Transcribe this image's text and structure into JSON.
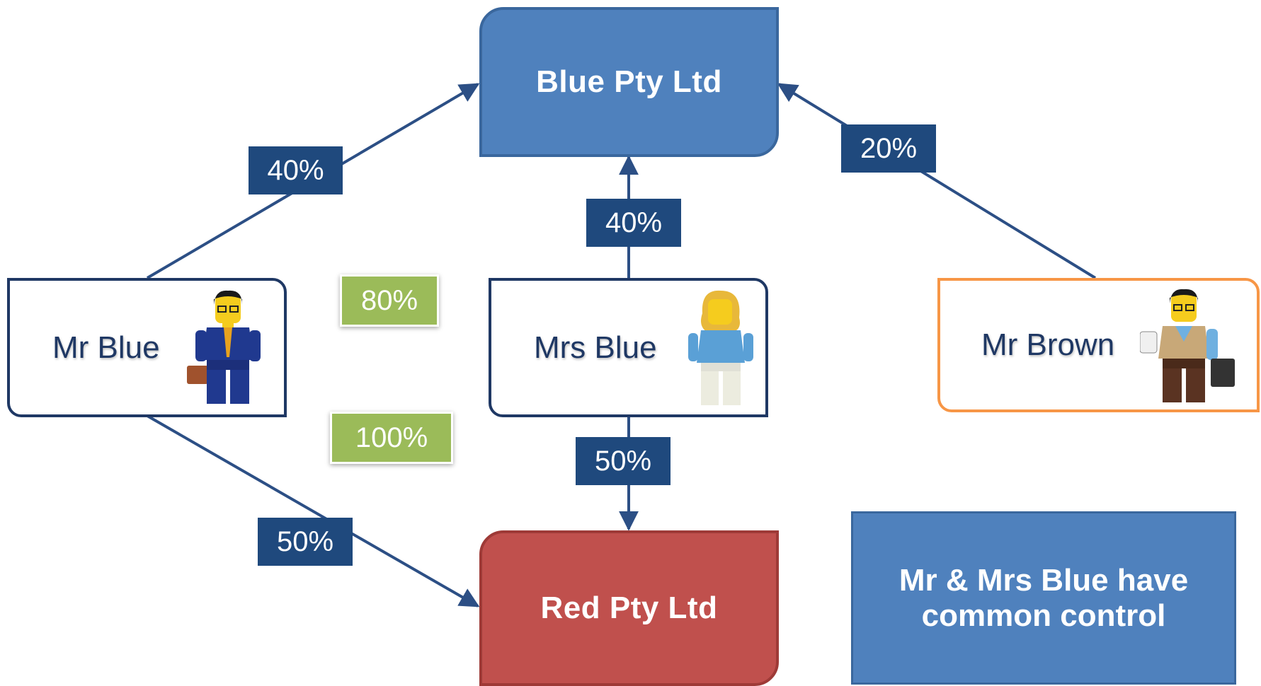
{
  "companies": {
    "blue": "Blue Pty Ltd",
    "red": "Red Pty Ltd"
  },
  "people": {
    "mr_blue": "Mr Blue",
    "mrs_blue": "Mrs Blue",
    "mr_brown": "Mr Brown"
  },
  "ownership": {
    "mr_blue_to_blue": "40%",
    "mrs_blue_to_blue": "40%",
    "mr_brown_to_blue": "20%",
    "mrs_blue_to_red": "50%",
    "mr_blue_to_red": "50%"
  },
  "combined": {
    "blue_pty": "80%",
    "red_pty": "100%"
  },
  "note": {
    "line1": "Mr & Mrs Blue have",
    "line2": "common control"
  },
  "colors": {
    "company_blue": "#4f81bd",
    "company_red": "#c0504d",
    "label_navy": "#1f497d",
    "combined_green": "#9bbb59",
    "mr_brown_border": "#f79646"
  }
}
